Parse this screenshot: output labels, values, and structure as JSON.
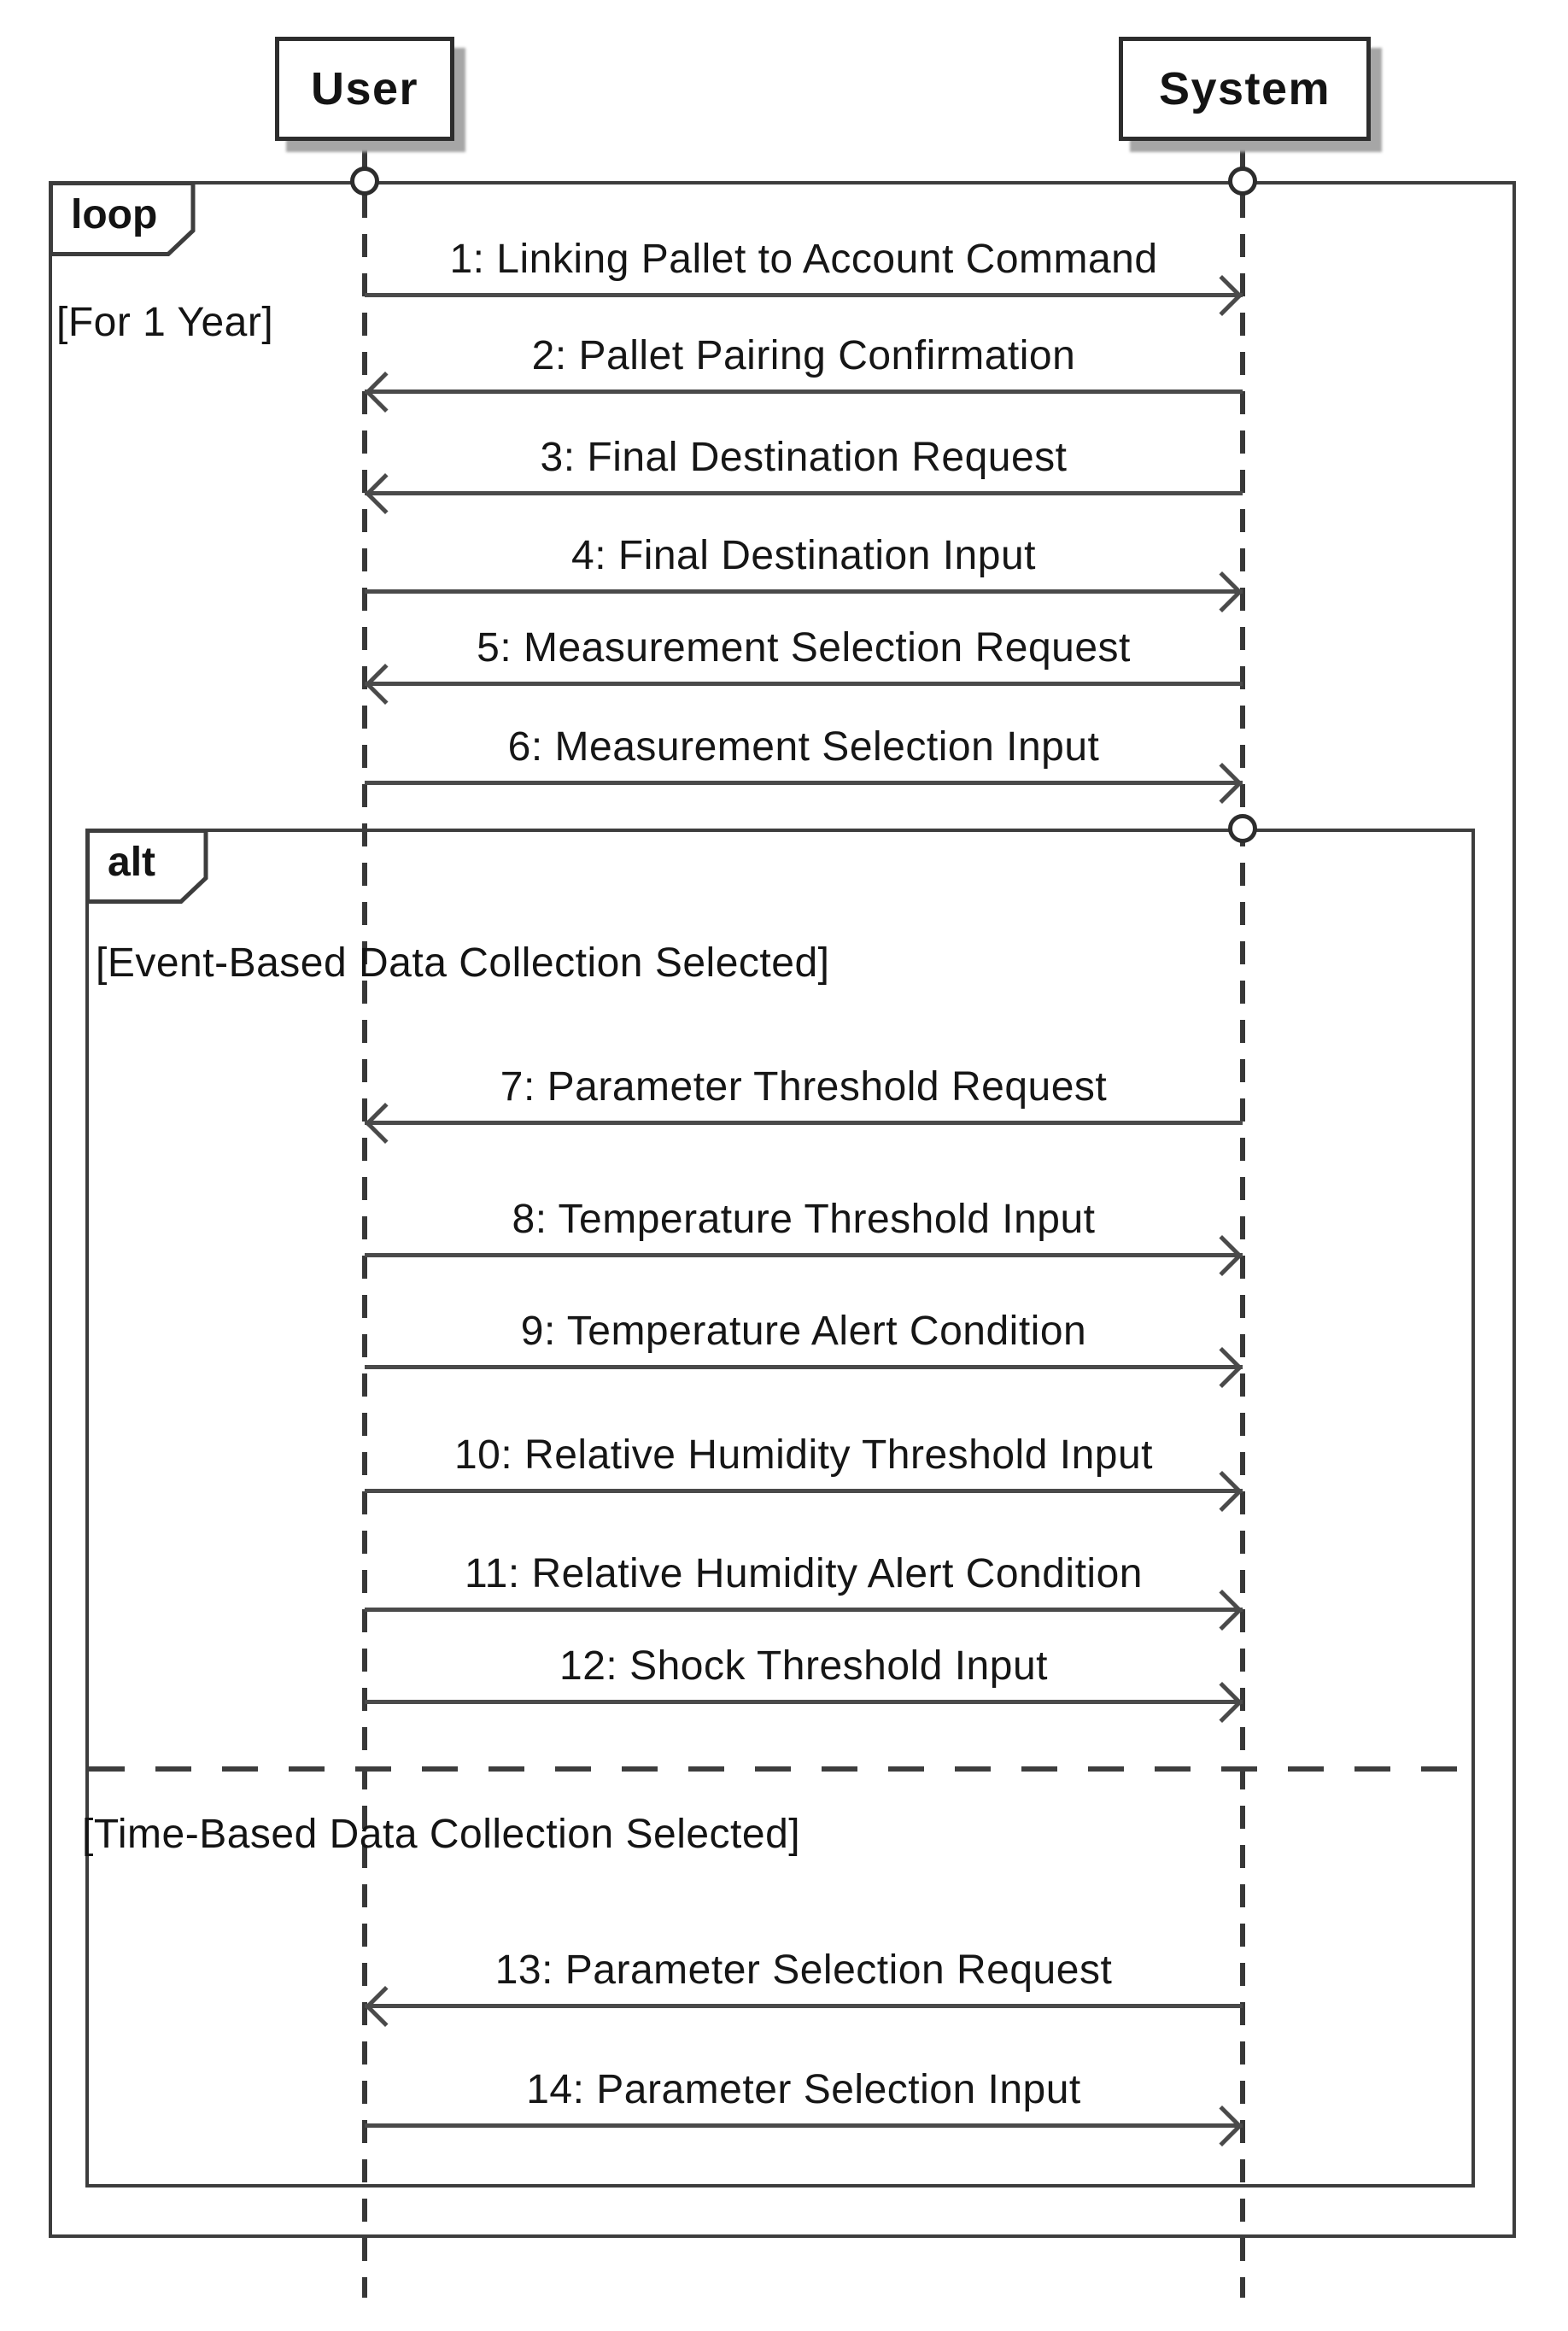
{
  "actors": [
    {
      "name": "User"
    },
    {
      "name": "System"
    }
  ],
  "fragments": [
    {
      "operator": "loop",
      "guard": "[For 1 Year]"
    },
    {
      "operator": "alt",
      "guard1": "[Event-Based Data Collection Selected]",
      "guard2": "[Time-Based Data Collection Selected]"
    }
  ],
  "messages": [
    {
      "text": "1: Linking Pallet to Account Command",
      "from": "User",
      "to": "System"
    },
    {
      "text": "2: Pallet Pairing Confirmation",
      "from": "System",
      "to": "User"
    },
    {
      "text": "3: Final Destination Request",
      "from": "System",
      "to": "User"
    },
    {
      "text": "4: Final Destination Input",
      "from": "User",
      "to": "System"
    },
    {
      "text": "5: Measurement Selection Request",
      "from": "System",
      "to": "User"
    },
    {
      "text": "6: Measurement Selection Input",
      "from": "User",
      "to": "System"
    },
    {
      "text": "7: Parameter Threshold Request",
      "from": "System",
      "to": "User"
    },
    {
      "text": "8: Temperature Threshold Input",
      "from": "User",
      "to": "System"
    },
    {
      "text": "9: Temperature Alert Condition",
      "from": "User",
      "to": "System"
    },
    {
      "text": "10: Relative Humidity Threshold Input",
      "from": "User",
      "to": "System"
    },
    {
      "text": "11: Relative Humidity Alert Condition",
      "from": "User",
      "to": "System"
    },
    {
      "text": "12: Shock Threshold Input",
      "from": "User",
      "to": "System"
    },
    {
      "text": "13: Parameter Selection Request",
      "from": "System",
      "to": "User"
    },
    {
      "text": "14: Parameter Selection Input",
      "from": "User",
      "to": "System"
    }
  ]
}
